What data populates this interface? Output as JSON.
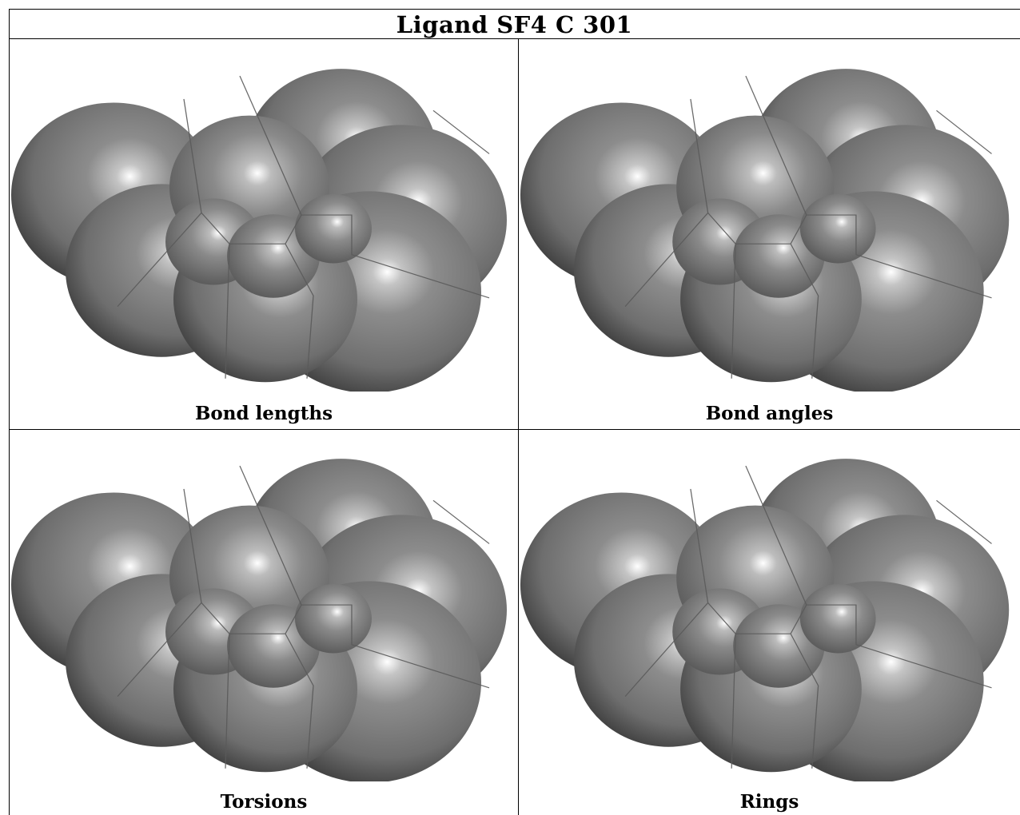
{
  "title": "Ligand SF4 C 301",
  "panels": [
    {
      "caption": "Bond lengths"
    },
    {
      "caption": "Bond angles"
    },
    {
      "caption": "Torsions"
    },
    {
      "caption": "Rings"
    }
  ],
  "colors": {
    "sphere_highlight": "#ffffff",
    "sphere_mid": "#8a8a8a",
    "sphere_dark": "#3c3c3c",
    "border": "#000000"
  }
}
